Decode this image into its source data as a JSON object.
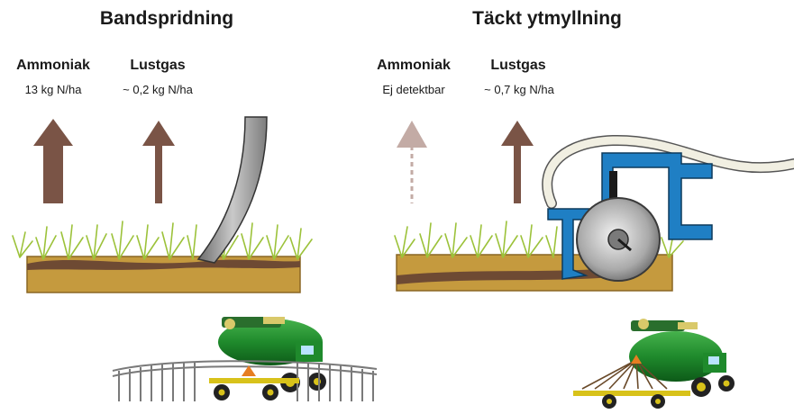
{
  "left": {
    "title": "Bandspridning",
    "ammonia": {
      "label": "Ammoniak",
      "value": "13 kg N/ha"
    },
    "nitrous": {
      "label": "Lustgas",
      "value": "~ 0,2 kg N/ha"
    }
  },
  "right": {
    "title": "Täckt ytmyllning",
    "ammonia": {
      "label": "Ammoniak",
      "value": "Ej detektbar"
    },
    "nitrous": {
      "label": "Lustgas",
      "value": "~ 0,7 kg N/ha"
    }
  },
  "colors": {
    "arrow": "#7a5446",
    "arrow_faded": "#c3aba5",
    "soil": "#c59a3e",
    "soil_edge": "#8a6624",
    "manure": "#6e4a33",
    "grass": "#9cc23a",
    "machine_blue": "#1f7fc4",
    "tank_green": "#1f8a2c",
    "wheel_yellow": "#d8c21a",
    "hose_gray": "#9a9a9a"
  },
  "icons": [
    "arrow-up-icon",
    "grass-icon",
    "hose-icon",
    "disc-injector-icon",
    "tractor-icon",
    "tank-icon"
  ]
}
